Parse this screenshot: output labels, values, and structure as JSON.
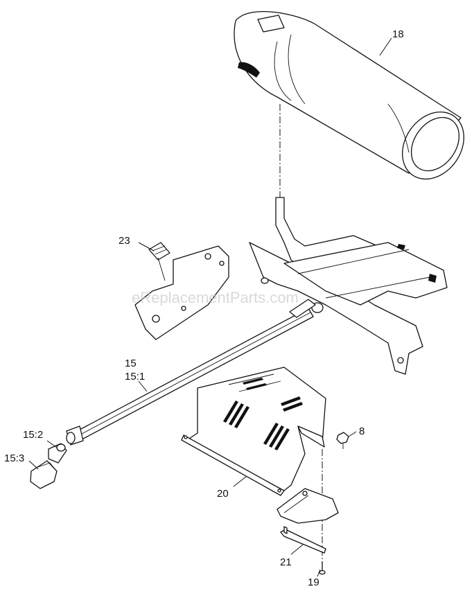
{
  "watermark": "eReplacementParts.com",
  "callouts": {
    "c18": "18",
    "c23": "23",
    "c15": "15",
    "c15_1": "15:1",
    "c15_2": "15:2",
    "c15_3": "15:3",
    "c8": "8",
    "c20": "20",
    "c21": "21",
    "c19": "19"
  }
}
